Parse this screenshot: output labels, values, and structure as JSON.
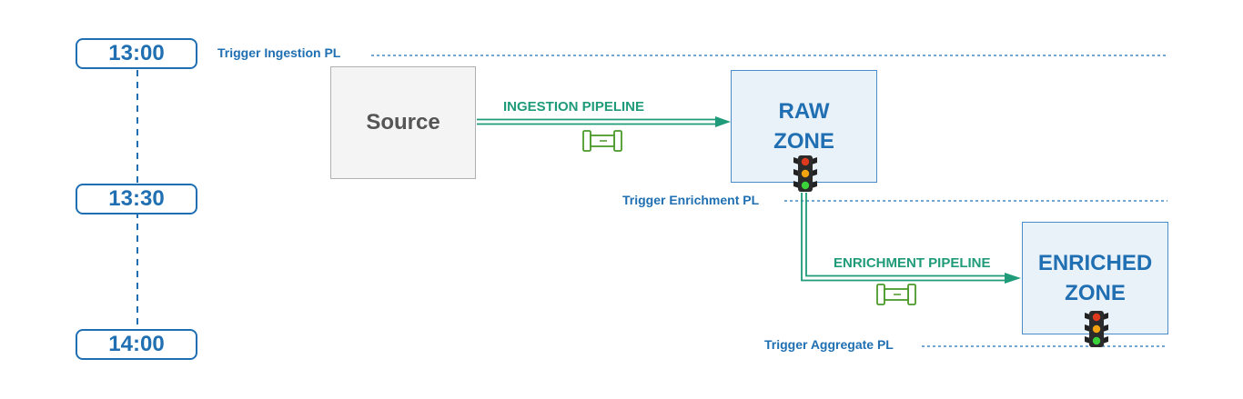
{
  "timeline": {
    "times": [
      "13:00",
      "13:30",
      "14:00"
    ]
  },
  "triggers": {
    "ingestion": "Trigger Ingestion PL",
    "enrichment": "Trigger Enrichment PL",
    "aggregate": "Trigger Aggregate PL"
  },
  "nodes": {
    "source": "Source",
    "raw_line1": "RAW",
    "raw_line2": "ZONE",
    "enriched_line1": "ENRICHED",
    "enriched_line2": "ZONE"
  },
  "pipelines": {
    "ingestion": "INGESTION PIPELINE",
    "enrichment": "ENRICHMENT PIPELINE"
  },
  "colors": {
    "timeline_blue": "#1f6fb2",
    "pipeline_green": "#1f9b7a",
    "pipe_icon_green": "#4a9a2a",
    "zone_fill": "#e9f1f9",
    "source_fill": "#f4f4f4"
  },
  "icons": {
    "pipeline_icon": "pipe-icon",
    "status_icon": "traffic-light-icon"
  }
}
